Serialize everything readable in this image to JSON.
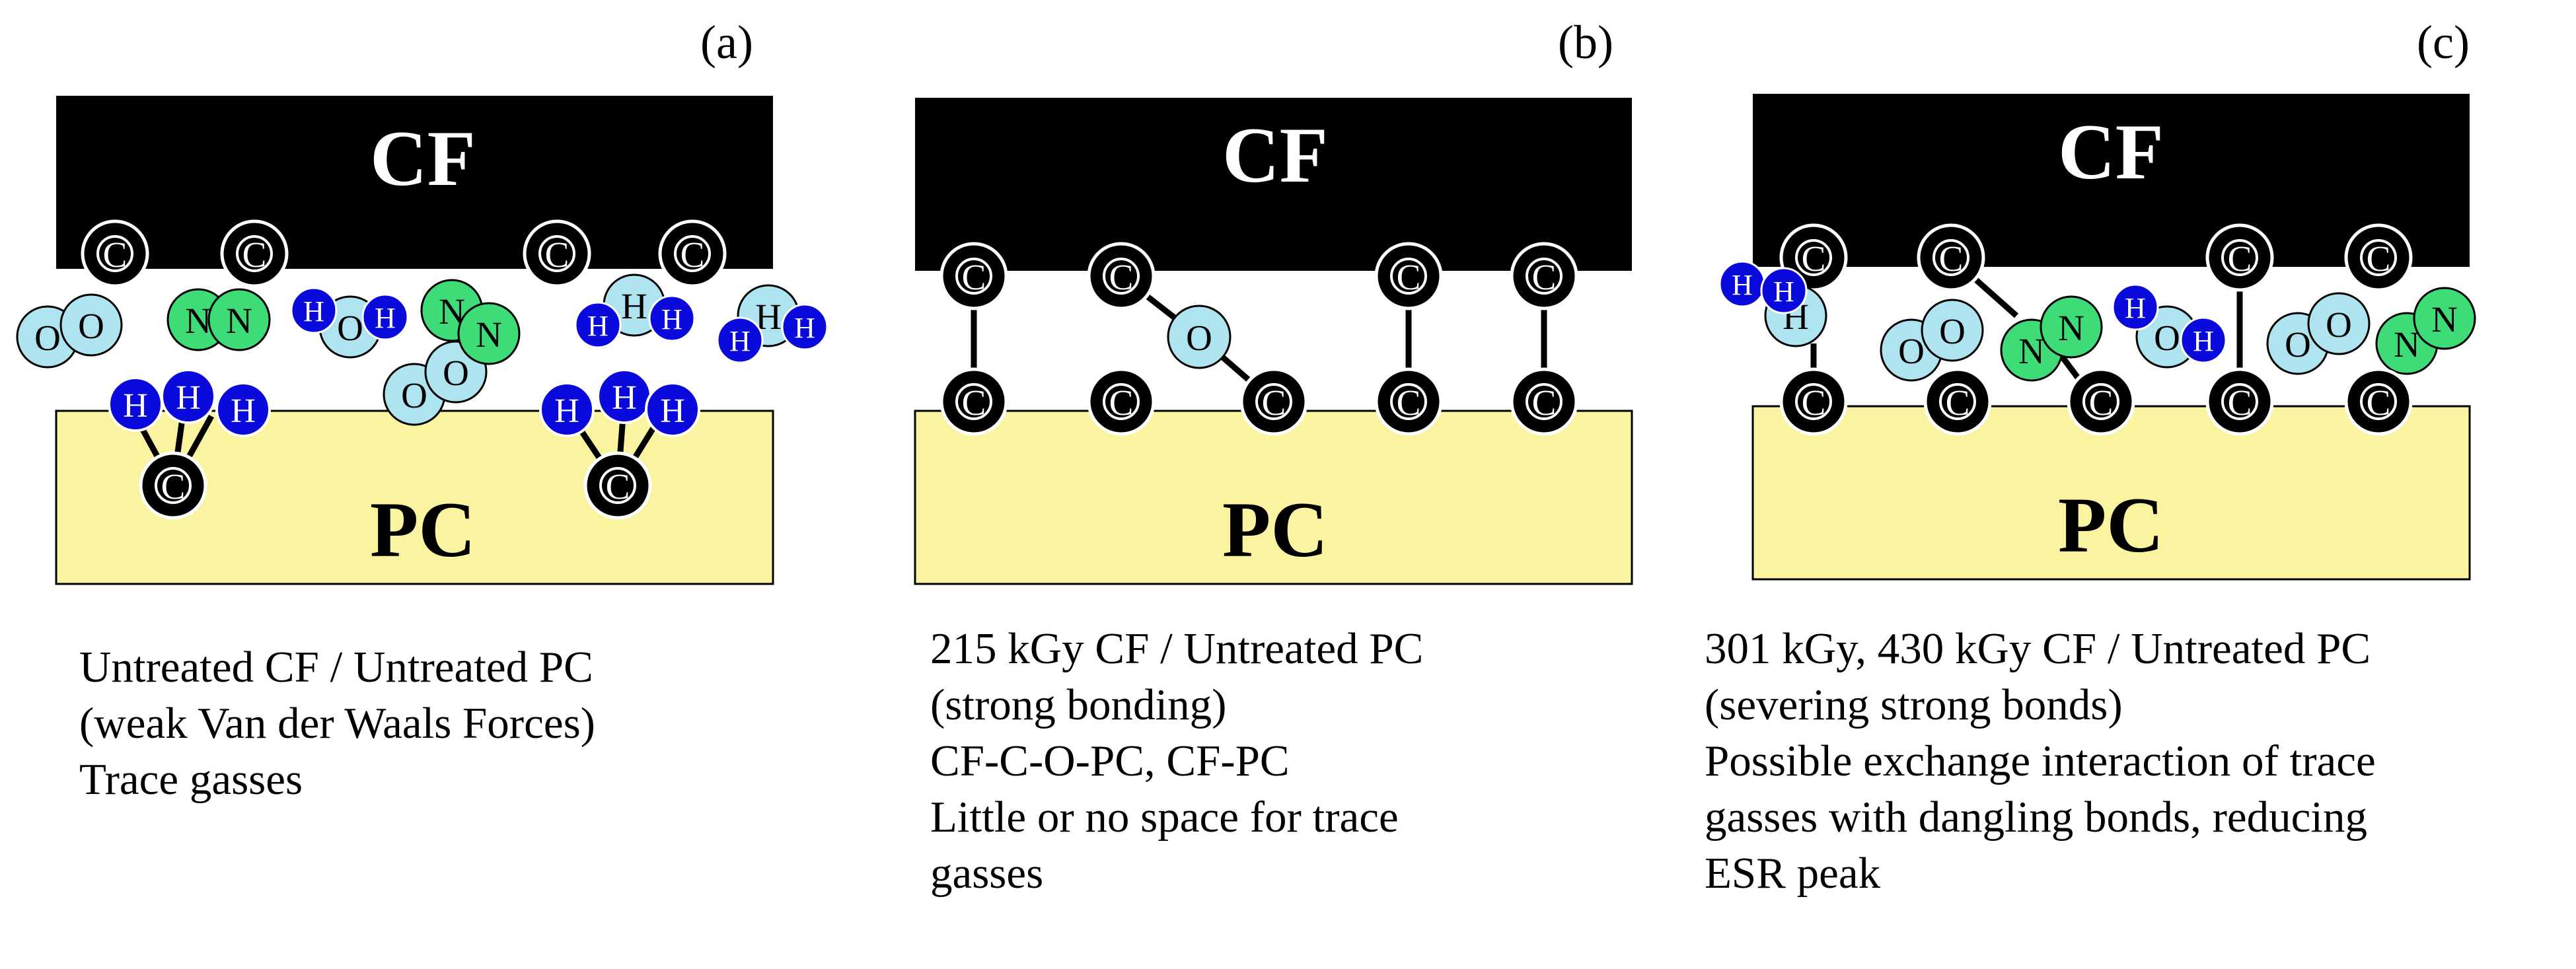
{
  "colors": {
    "cf_block": "#000000",
    "pc_block": "#faf3a0",
    "carbon": "#000000",
    "oxygen": "#aee4f0",
    "nitrogen": "#3ddc77",
    "hydrogen": "#0a0adc",
    "atom_outline": "#ffffff"
  },
  "atom_letters": {
    "carbon": "C",
    "oxygen": "O",
    "nitrogen": "N",
    "hydrogen": "H"
  },
  "panels": [
    {
      "id": "a",
      "label": "(a)",
      "top_block_label": "CF",
      "bottom_block_label": "PC",
      "caption_lines": [
        "Untreated CF / Untreated PC",
        "(weak Van der Waals Forces)",
        "Trace gasses"
      ]
    },
    {
      "id": "b",
      "label": "(b)",
      "top_block_label": "CF",
      "bottom_block_label": "PC",
      "caption_lines": [
        "215 kGy CF / Untreated PC",
        "(strong bonding)",
        "CF-C-O-PC,   CF-PC",
        "Little or no space for trace",
        "gasses"
      ]
    },
    {
      "id": "c",
      "label": "(c)",
      "top_block_label": "CF",
      "bottom_block_label": "PC",
      "caption_lines": [
        "301 kGy, 430 kGy CF / Untreated PC",
        "(severing strong bonds)",
        "Possible exchange interaction of trace",
        "gasses with dangling bonds, reducing",
        "ESR peak"
      ]
    }
  ]
}
